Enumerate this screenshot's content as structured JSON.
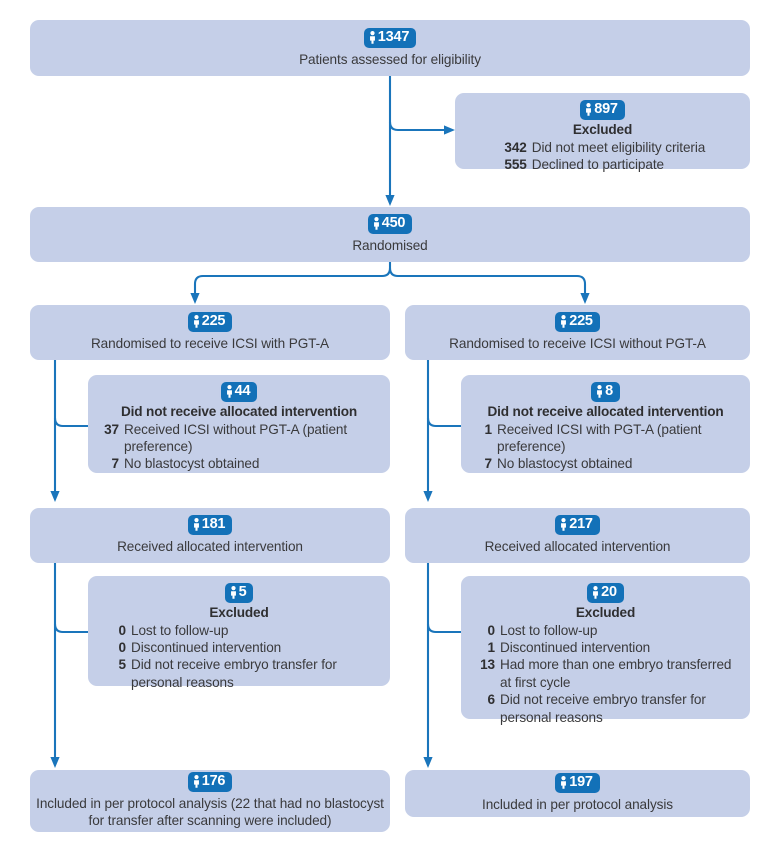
{
  "meta": {
    "diagram_type": "CONSORT participant flow diagram",
    "badge_icon": "person-icon",
    "colors": {
      "box_fill": "#c5cfe8",
      "badge_fill": "#1371b8",
      "connector": "#1a75bb",
      "text": "#3a3a3c",
      "background": "#ffffff"
    }
  },
  "nodes": {
    "assessed": {
      "count": "1347",
      "caption": "Patients assessed for eligibility"
    },
    "excluded_screening": {
      "count": "897",
      "title": "Excluded",
      "items": [
        {
          "n": "342",
          "t": "Did not meet eligibility criteria"
        },
        {
          "n": "555",
          "t": "Declined to participate"
        }
      ]
    },
    "randomised": {
      "count": "450",
      "caption": "Randomised"
    },
    "alloc_left": {
      "count": "225",
      "caption": "Randomised to receive ICSI with PGT-A"
    },
    "alloc_right": {
      "count": "225",
      "caption": "Randomised to receive ICSI without PGT-A"
    },
    "notreceived_left": {
      "count": "44",
      "title": "Did not receive allocated intervention",
      "items": [
        {
          "n": "37",
          "t": "Received ICSI without PGT-A (patient preference)"
        },
        {
          "n": "7",
          "t": "No blastocyst obtained"
        }
      ]
    },
    "notreceived_right": {
      "count": "8",
      "title": "Did not receive allocated intervention",
      "items": [
        {
          "n": "1",
          "t": "Received ICSI with PGT-A (patient preference)"
        },
        {
          "n": "7",
          "t": "No blastocyst obtained"
        }
      ]
    },
    "received_left": {
      "count": "181",
      "caption": "Received allocated intervention"
    },
    "received_right": {
      "count": "217",
      "caption": "Received allocated intervention"
    },
    "excluded_left": {
      "count": "5",
      "title": "Excluded",
      "items": [
        {
          "n": "0",
          "t": "Lost to follow-up"
        },
        {
          "n": "0",
          "t": "Discontinued intervention"
        },
        {
          "n": "5",
          "t": "Did not receive embryo transfer for personal reasons"
        }
      ]
    },
    "excluded_right": {
      "count": "20",
      "title": "Excluded",
      "items": [
        {
          "n": "0",
          "t": "Lost to follow-up"
        },
        {
          "n": "1",
          "t": "Discontinued intervention"
        },
        {
          "n": "13",
          "t": "Had more than one embryo transferred at first cycle"
        },
        {
          "n": "6",
          "t": "Did not receive embryo transfer for personal reasons"
        }
      ]
    },
    "analysis_left": {
      "count": "176",
      "caption": "Included in per protocol analysis (22 that had no blastocyst for transfer after scanning were included)"
    },
    "analysis_right": {
      "count": "197",
      "caption": "Included in per protocol analysis"
    }
  }
}
